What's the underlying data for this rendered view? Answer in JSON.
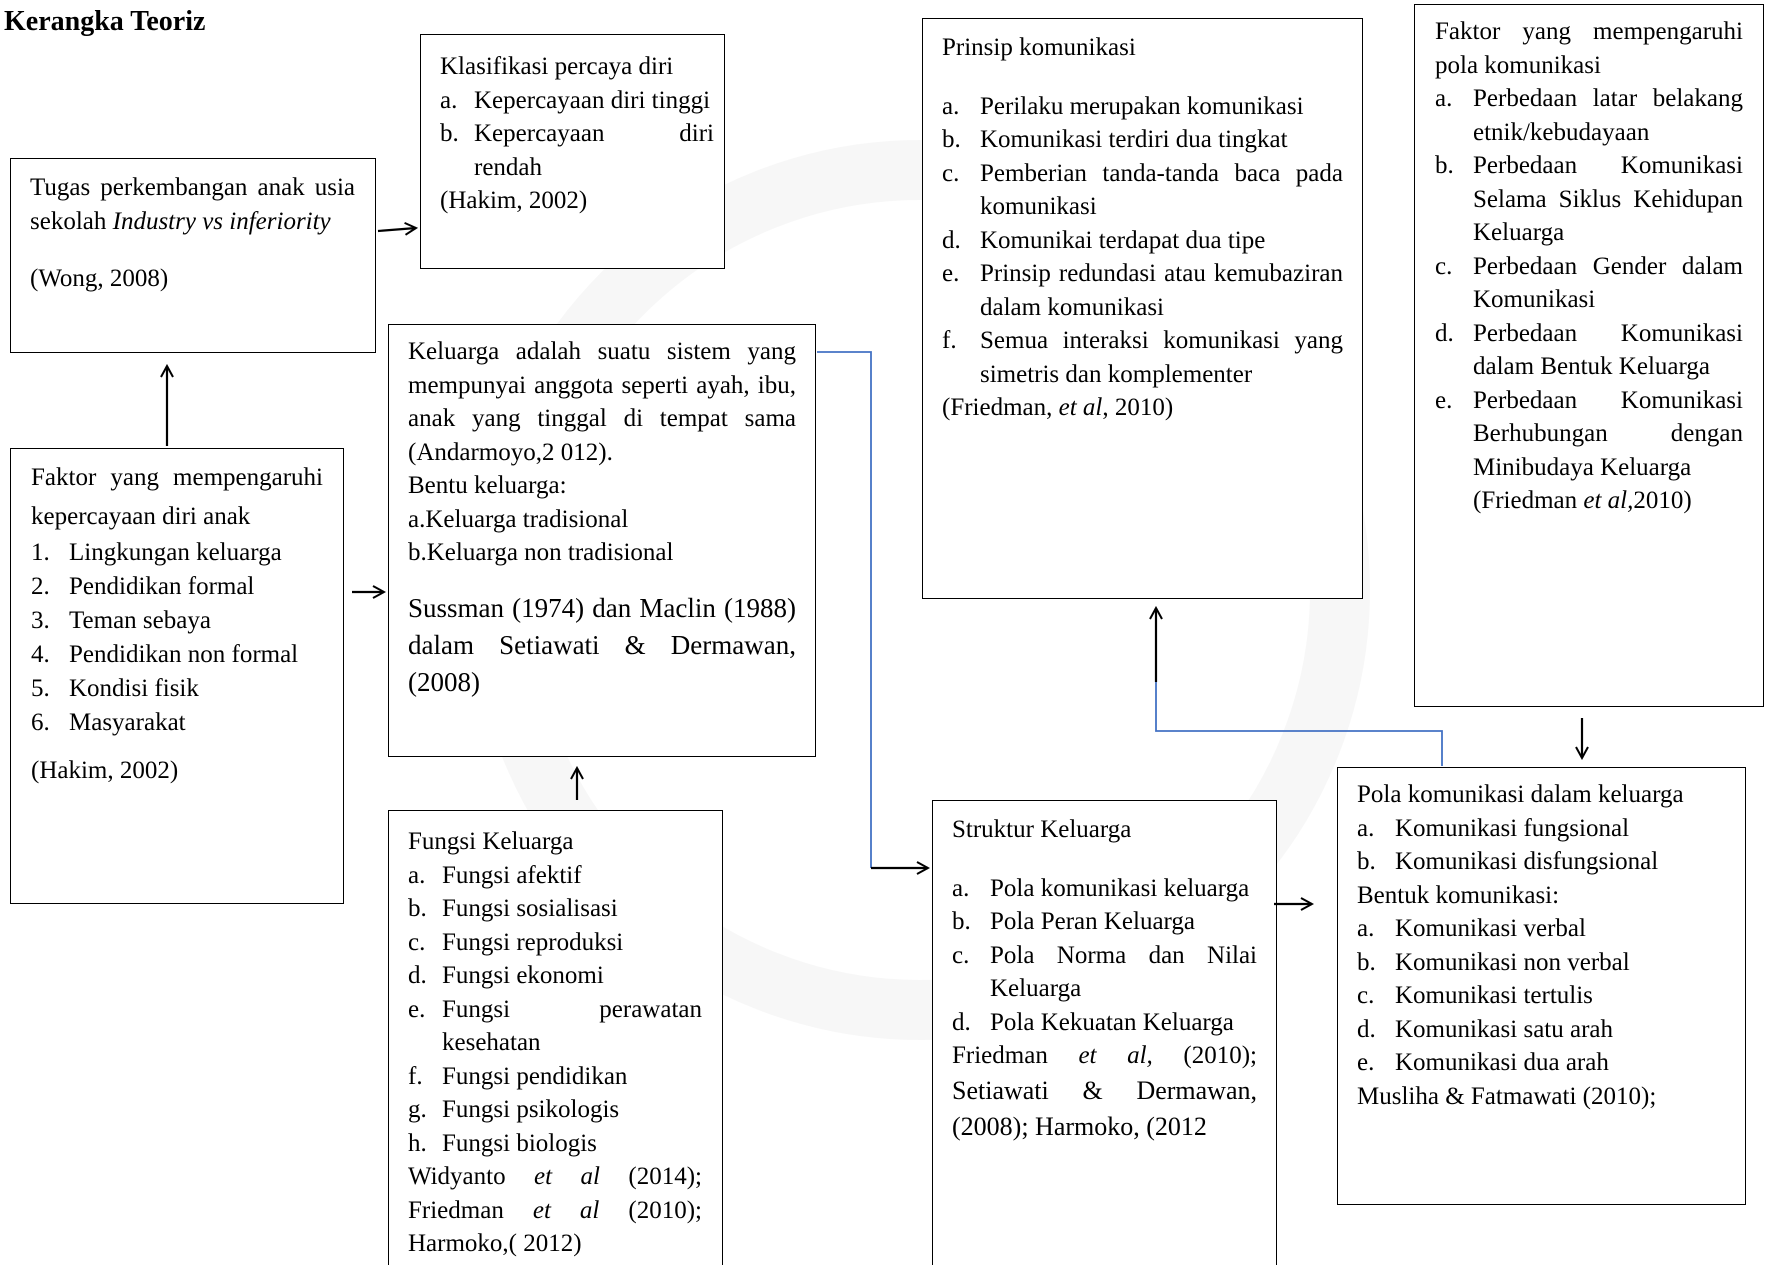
{
  "page_title": "Kerangka Teoriz",
  "boxes": {
    "tugas": {
      "text_a": "Tugas perkembangan anak usia sekolah",
      "text_b": "Industry vs inferiority",
      "citation": "(Wong, 2008)"
    },
    "klasifikasi": {
      "title": "Klasifikasi percaya diri",
      "items": [
        {
          "marker": "a.",
          "text": "Kepercayaan diri tinggi"
        },
        {
          "marker": "b.",
          "text": "Kepercayaan diri rendah"
        }
      ],
      "citation": "(Hakim, 2002)"
    },
    "faktor_pd": {
      "title": "Faktor yang mempengaruhi kepercayaan diri anak",
      "items": [
        {
          "marker": "1.",
          "text": "Lingkungan keluarga"
        },
        {
          "marker": "2.",
          "text": "Pendidikan formal"
        },
        {
          "marker": "3.",
          "text": "Teman sebaya"
        },
        {
          "marker": "4.",
          "text": "Pendidikan non formal"
        },
        {
          "marker": "5.",
          "text": "Kondisi fisik"
        },
        {
          "marker": "6.",
          "text": "Masyarakat"
        }
      ],
      "citation": "(Hakim, 2002)"
    },
    "keluarga": {
      "definition": "Keluarga adalah suatu sistem yang mempunyai anggota seperti ayah, ibu, anak yang tinggal di tempat sama (Andarmoyo,2 012).",
      "bentuk_title": "Bentu keluarga:",
      "types": [
        "a.Keluarga tradisional",
        "b.Keluarga non tradisional"
      ],
      "citation": "Sussman (1974) dan Maclin (1988) dalam Setiawati & Dermawan, (2008)"
    },
    "fungsi": {
      "title": "Fungsi Keluarga",
      "items": [
        {
          "marker": "a.",
          "text": "Fungsi afektif"
        },
        {
          "marker": "b.",
          "text": "Fungsi sosialisasi"
        },
        {
          "marker": "c.",
          "text": "Fungsi reproduksi"
        },
        {
          "marker": "d.",
          "text": "Fungsi ekonomi"
        },
        {
          "marker": "e.",
          "text": "Fungsi perawatan kesehatan"
        },
        {
          "marker": "f.",
          "text": "Fungsi pendidikan"
        },
        {
          "marker": "g.",
          "text": "Fungsi psikologis"
        },
        {
          "marker": "h.",
          "text": "Fungsi biologis"
        }
      ],
      "citation_1a": "Widyanto",
      "citation_1b": "et al",
      "citation_1c": "(2014);",
      "citation_2a": "Friedman",
      "citation_2b": "et al",
      "citation_2c": "(2010);",
      "citation_3": "Harmoko,( 2012)"
    },
    "prinsip": {
      "title": "Prinsip komunikasi",
      "items": [
        {
          "marker": "a.",
          "text": "Perilaku merupakan komunikasi"
        },
        {
          "marker": "b.",
          "text": "Komunikasi terdiri dua tingkat"
        },
        {
          "marker": "c.",
          "text": "Pemberian tanda-tanda baca pada komunikasi"
        },
        {
          "marker": "d.",
          "text": "Komunikai terdapat dua tipe"
        },
        {
          "marker": "e.",
          "text": "Prinsip redundasi atau kemubaziran dalam komunikasi"
        },
        {
          "marker": "f.",
          "text": "Semua interaksi komunikasi yang simetris dan komplementer"
        }
      ],
      "citation_a": "(Friedman,",
      "citation_b": "et al",
      "citation_c": ", 2010)"
    },
    "faktor_pola": {
      "title": "Faktor yang mempengaruhi pola komunikasi",
      "items": [
        {
          "marker": "a.",
          "text": "Perbedaan latar belakang etnik/kebudayaan"
        },
        {
          "marker": "b.",
          "text": "Perbedaan Komunikasi Selama Siklus Kehidupan Keluarga"
        },
        {
          "marker": "c.",
          "text": "Perbedaan Gender dalam Komunikasi"
        },
        {
          "marker": "d.",
          "text": "Perbedaan Komunikasi dalam Bentuk Keluarga"
        },
        {
          "marker": "e.",
          "text": "Perbedaan Komunikasi Berhubungan dengan Minibudaya Keluarga"
        }
      ],
      "citation_a": "(Friedman",
      "citation_b": "et al,",
      "citation_c": "2010)"
    },
    "struktur": {
      "title": "Struktur Keluarga",
      "items": [
        {
          "marker": "a.",
          "text": "Pola komunikasi keluarga"
        },
        {
          "marker": "b.",
          "text": "Pola Peran Keluarga"
        },
        {
          "marker": "c.",
          "text": "Pola Norma dan Nilai Keluarga"
        },
        {
          "marker": "d.",
          "text": "Pola Kekuatan Keluarga"
        }
      ],
      "citation_1a": "Friedman",
      "citation_1b": "et al,",
      "citation_1c": "(2010);",
      "citation_2": "Setiawati & Dermawan, (2008); Harmoko, (2012"
    },
    "pola": {
      "title": "Pola komunikasi dalam keluarga",
      "items": [
        {
          "marker": "a.",
          "text": "Komunikasi fungsional"
        },
        {
          "marker": "b.",
          "text": "Komunikasi disfungsional"
        }
      ],
      "bentuk_title": "Bentuk komunikasi:",
      "bentuk_items": [
        {
          "marker": "a.",
          "text": "Komunikasi verbal"
        },
        {
          "marker": "b.",
          "text": "Komunikasi non verbal"
        },
        {
          "marker": "c.",
          "text": "Komunikasi tertulis"
        },
        {
          "marker": "d.",
          "text": "Komunikasi satu arah"
        },
        {
          "marker": "e.",
          "text": "Komunikasi dua arah"
        }
      ],
      "citation": "Musliha & Fatmawati (2010);"
    }
  },
  "colors": {
    "box_border": "#000000",
    "arrow": "#000000",
    "connector_blue": "#4472c4"
  }
}
